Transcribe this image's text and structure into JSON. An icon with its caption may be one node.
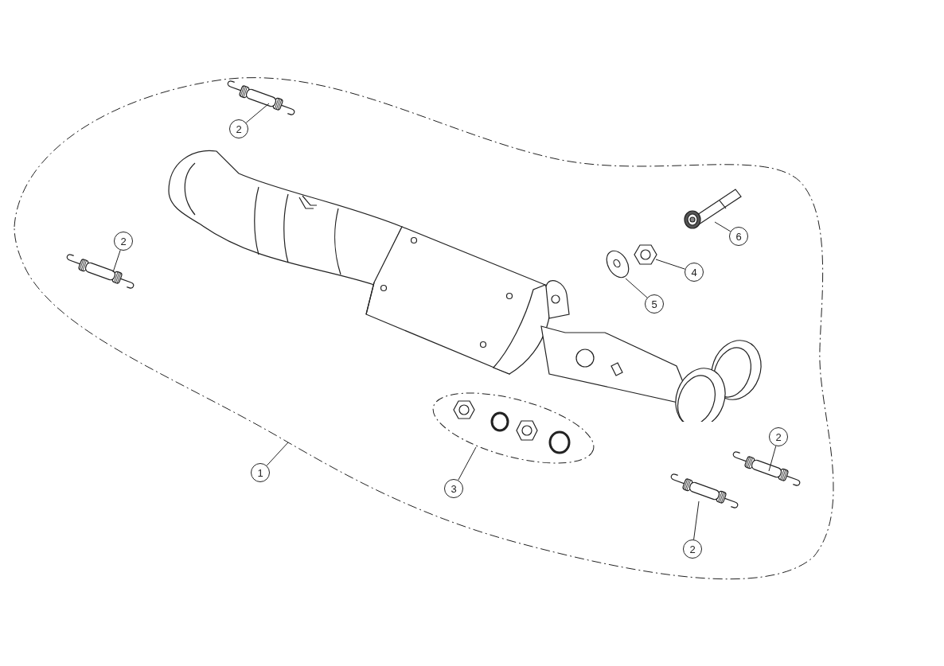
{
  "diagram": {
    "nodes": [
      {
        "text": [],
        "shape": "outline"
      },
      {
        "text": [
          "2"
        ],
        "in": 0
      },
      {
        "text": [],
        "shape": "picture",
        "in": 0
      },
      {
        "text": [
          "2"
        ],
        "in": 0
      },
      {
        "text": [],
        "shape": "picture",
        "in": 0
      },
      {
        "text": [
          "6"
        ],
        "in": 0
      },
      {
        "text": [],
        "shape": "picture",
        "in": 0
      },
      {
        "text": [
          "4"
        ],
        "in": 0
      },
      {
        "text": [],
        "shape": "picture",
        "in": 0
      },
      {
        "text": [
          "5"
        ],
        "in": 0
      },
      {
        "text": [],
        "shape": "picture",
        "in": 0
      },
      {
        "text": [],
        "shape": "ellipse",
        "in": 0
      },
      {
        "text": [
          "2"
        ],
        "in": 0
      },
      {
        "text": [],
        "shape": "picture",
        "in": 0
      },
      {
        "text": [
          "1"
        ],
        "in": 0
      },
      {
        "text": [
          "3"
        ],
        "in": 0
      },
      {
        "text": [],
        "shape": "picture",
        "in": 0
      },
      {
        "text": [
          "2"
        ],
        "in": 0
      }
    ],
    "edges": [
      {
        "from": 1,
        "to": 2,
        "arrow": "none"
      },
      {
        "from": 3,
        "to": 4,
        "arrow": "none"
      },
      {
        "from": 5,
        "to": 6,
        "arrow": "none"
      },
      {
        "from": 7,
        "to": 8,
        "arrow": "none"
      },
      {
        "from": 9,
        "to": 10,
        "arrow": "none"
      },
      {
        "from": 12,
        "to": 13,
        "arrow": "none"
      },
      {
        "from": 14,
        "to": 0,
        "arrow": "none"
      },
      {
        "from": 15,
        "to": 11,
        "arrow": "none"
      },
      {
        "from": 17,
        "to": 16,
        "arrow": "none"
      }
    ]
  }
}
